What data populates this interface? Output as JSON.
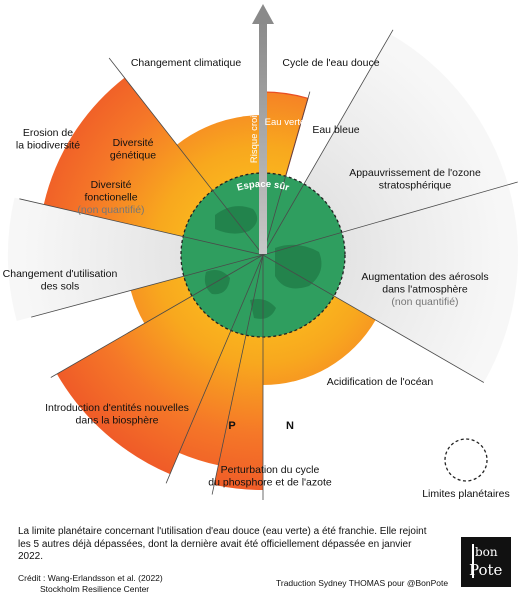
{
  "diagram": {
    "arrow_label": "Risque croissant",
    "safe_space_label": "Espace sûr",
    "legend_label": "Limites planétaires",
    "boundaries": [
      {
        "key": "climate",
        "lines": [
          "Changement climatique"
        ]
      },
      {
        "key": "freshwater",
        "lines": [
          "Cycle de l'eau douce"
        ]
      },
      {
        "key": "green_water",
        "lines": [
          "Eau verte"
        ]
      },
      {
        "key": "blue_water",
        "lines": [
          "Eau bleue"
        ]
      },
      {
        "key": "ozone",
        "lines": [
          "Appauvrissement de l'ozone",
          "stratosphérique"
        ]
      },
      {
        "key": "aerosols",
        "lines": [
          "Augmentation des aérosols",
          "dans l'atmosphère"
        ],
        "note": "(non quantifié)"
      },
      {
        "key": "ocean",
        "lines": [
          "Acidification de l'océan"
        ]
      },
      {
        "key": "biogeochem",
        "lines": [
          "Perturbation du cycle",
          "du phosphore et de l'azote"
        ]
      },
      {
        "key": "phosphorus",
        "lines": [
          "P"
        ]
      },
      {
        "key": "nitrogen",
        "lines": [
          "N"
        ]
      },
      {
        "key": "novel",
        "lines": [
          "Introduction d'entités nouvelles",
          "dans la biosphère"
        ]
      },
      {
        "key": "land",
        "lines": [
          "Changement d'utilisation",
          "des sols"
        ]
      },
      {
        "key": "functional",
        "lines": [
          "Diversité",
          "fonctionelle"
        ],
        "note": "(non quantifié)"
      },
      {
        "key": "biodiversity",
        "lines": [
          "Erosion de",
          "la biodiversité"
        ]
      },
      {
        "key": "genetic",
        "lines": [
          "Diversité",
          "génétique"
        ]
      }
    ]
  },
  "caption": "La limite planétaire concernant l'utilisation d'eau douce (eau verte) a été franchie. Elle rejoint les 5 autres déjà dépassées, dont la dernière avait été officiellement dépassée en janvier 2022.",
  "credit": {
    "line1": "Crédit : Wang-Erlandsson et al. (2022)",
    "line2": "Stockholm Resilience Center"
  },
  "translation": "Traduction Sydney THOMAS pour @BonPote",
  "logo": {
    "top": "bon",
    "bottom": "Pote"
  }
}
